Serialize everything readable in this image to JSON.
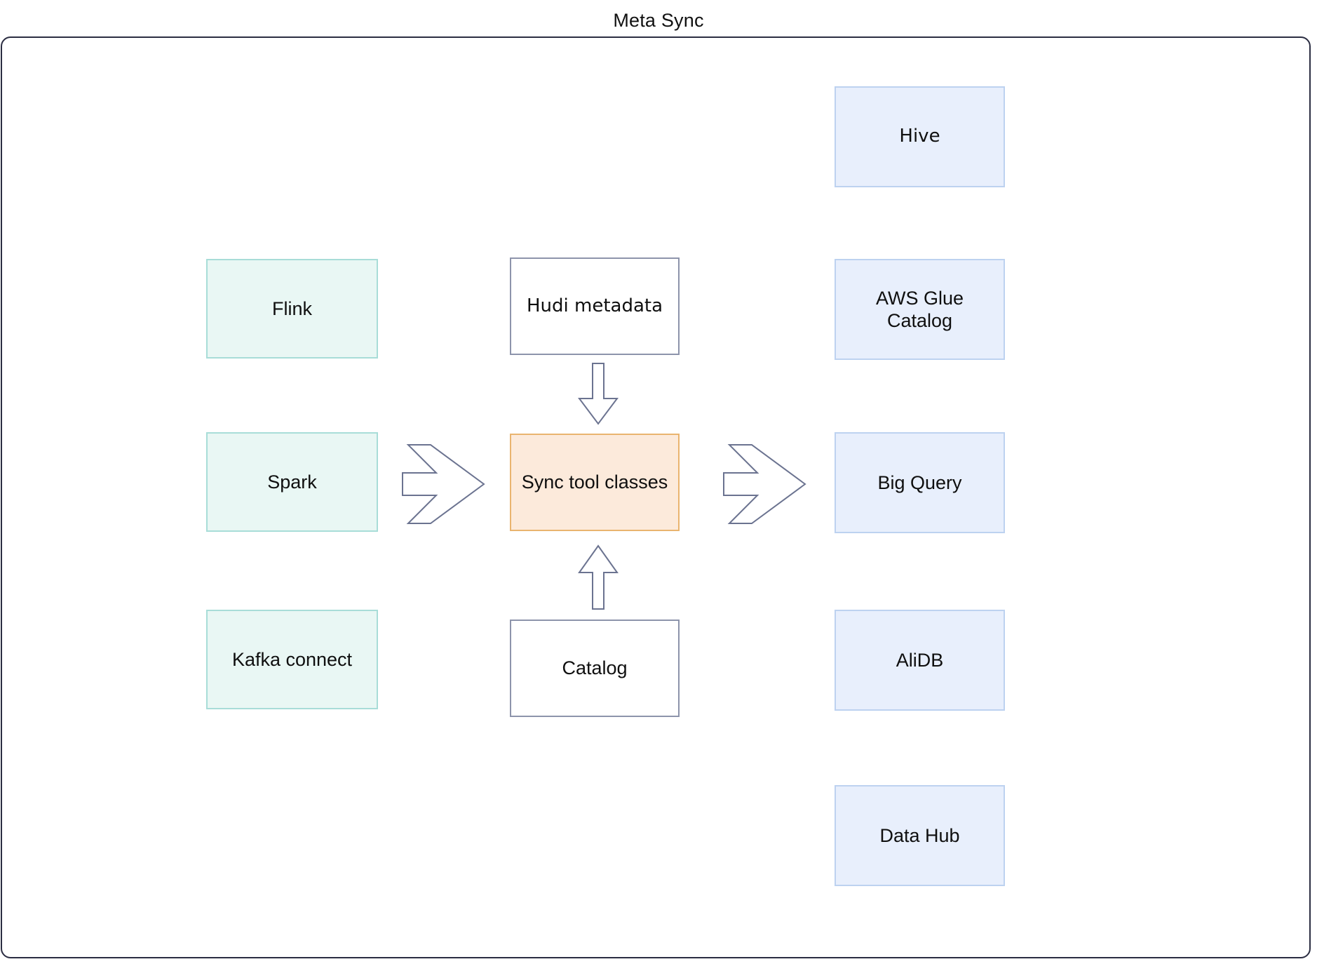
{
  "diagram": {
    "title": "Meta Sync",
    "type": "flow-diagram",
    "frame": {
      "border_color": "#2b2d42",
      "background": "#ffffff"
    },
    "palette": {
      "source_fill": "#e9f7f4",
      "source_border": "#a8ddd8",
      "target_fill": "#e8effc",
      "target_border": "#bdd2f0",
      "center_fill": "#fceadb",
      "center_border": "#e9b46f",
      "plain_fill": "#ffffff",
      "plain_border": "#8d94ab",
      "arrow_stroke": "#6b7390",
      "text_color": "#0f0f0f"
    },
    "sources": [
      {
        "id": "flink",
        "label": "Flink"
      },
      {
        "id": "spark",
        "label": "Spark"
      },
      {
        "id": "kafka-connect",
        "label": "Kafka connect"
      }
    ],
    "center": {
      "inputs_top": {
        "id": "hudi-metadata",
        "label": "Hudi metadata"
      },
      "node": {
        "id": "sync-tool-classes",
        "label": "Sync tool classes"
      },
      "inputs_bottom": {
        "id": "catalog",
        "label": "Catalog"
      }
    },
    "targets": [
      {
        "id": "hive",
        "label": "Hive"
      },
      {
        "id": "aws-glue-catalog",
        "label": "AWS Glue Catalog"
      },
      {
        "id": "big-query",
        "label": "Big Query"
      },
      {
        "id": "alidb",
        "label": "AliDB"
      },
      {
        "id": "data-hub",
        "label": "Data Hub"
      }
    ],
    "connectors": [
      {
        "id": "sources-to-sync",
        "shape": "chevron-arrow",
        "direction": "right"
      },
      {
        "id": "sync-to-targets",
        "shape": "chevron-arrow",
        "direction": "right"
      },
      {
        "id": "hudi-to-sync",
        "shape": "block-arrow",
        "direction": "down"
      },
      {
        "id": "catalog-to-sync",
        "shape": "block-arrow",
        "direction": "up"
      }
    ]
  }
}
